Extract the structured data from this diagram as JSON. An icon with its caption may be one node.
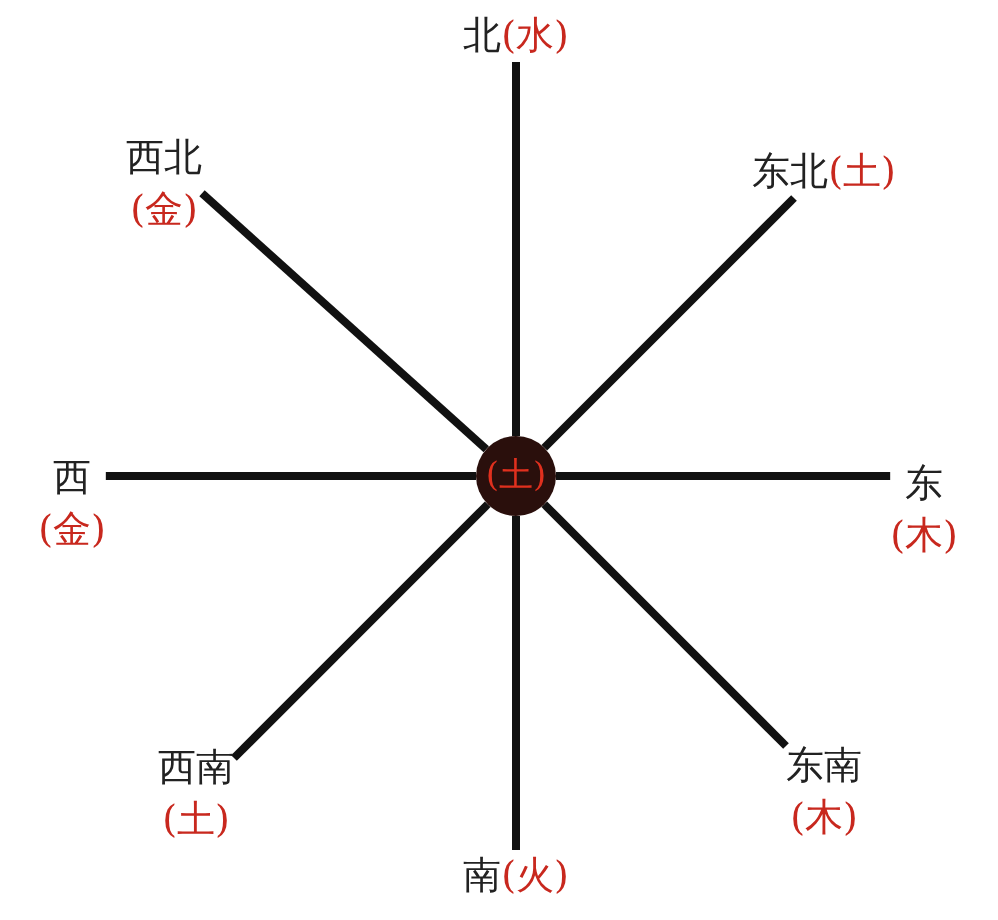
{
  "diagram": {
    "nodes": [
      {
        "text": [
          "北",
          "(水)"
        ]
      },
      {
        "text": [
          "西北",
          "(金)"
        ]
      },
      {
        "text": [
          "东北",
          "(土)"
        ]
      },
      {
        "text": [
          "西",
          "(金)"
        ]
      },
      {
        "text": [
          "(土)"
        ]
      },
      {
        "text": [
          "东",
          "(木)"
        ]
      },
      {
        "text": [
          "西南",
          "(土)"
        ]
      },
      {
        "text": [
          "东南",
          "(木)"
        ]
      },
      {
        "text": [
          "南",
          "(火)"
        ]
      }
    ],
    "edges": [
      {
        "from": 4,
        "to": 0,
        "arrow": "none"
      },
      {
        "from": 4,
        "to": 1,
        "arrow": "none"
      },
      {
        "from": 4,
        "to": 2,
        "arrow": "none"
      },
      {
        "from": 4,
        "to": 3,
        "arrow": "none"
      },
      {
        "from": 4,
        "to": 5,
        "arrow": "none"
      },
      {
        "from": 4,
        "to": 6,
        "arrow": "none"
      },
      {
        "from": 4,
        "to": 7,
        "arrow": "none"
      },
      {
        "from": 4,
        "to": 8,
        "arrow": "none"
      }
    ]
  }
}
